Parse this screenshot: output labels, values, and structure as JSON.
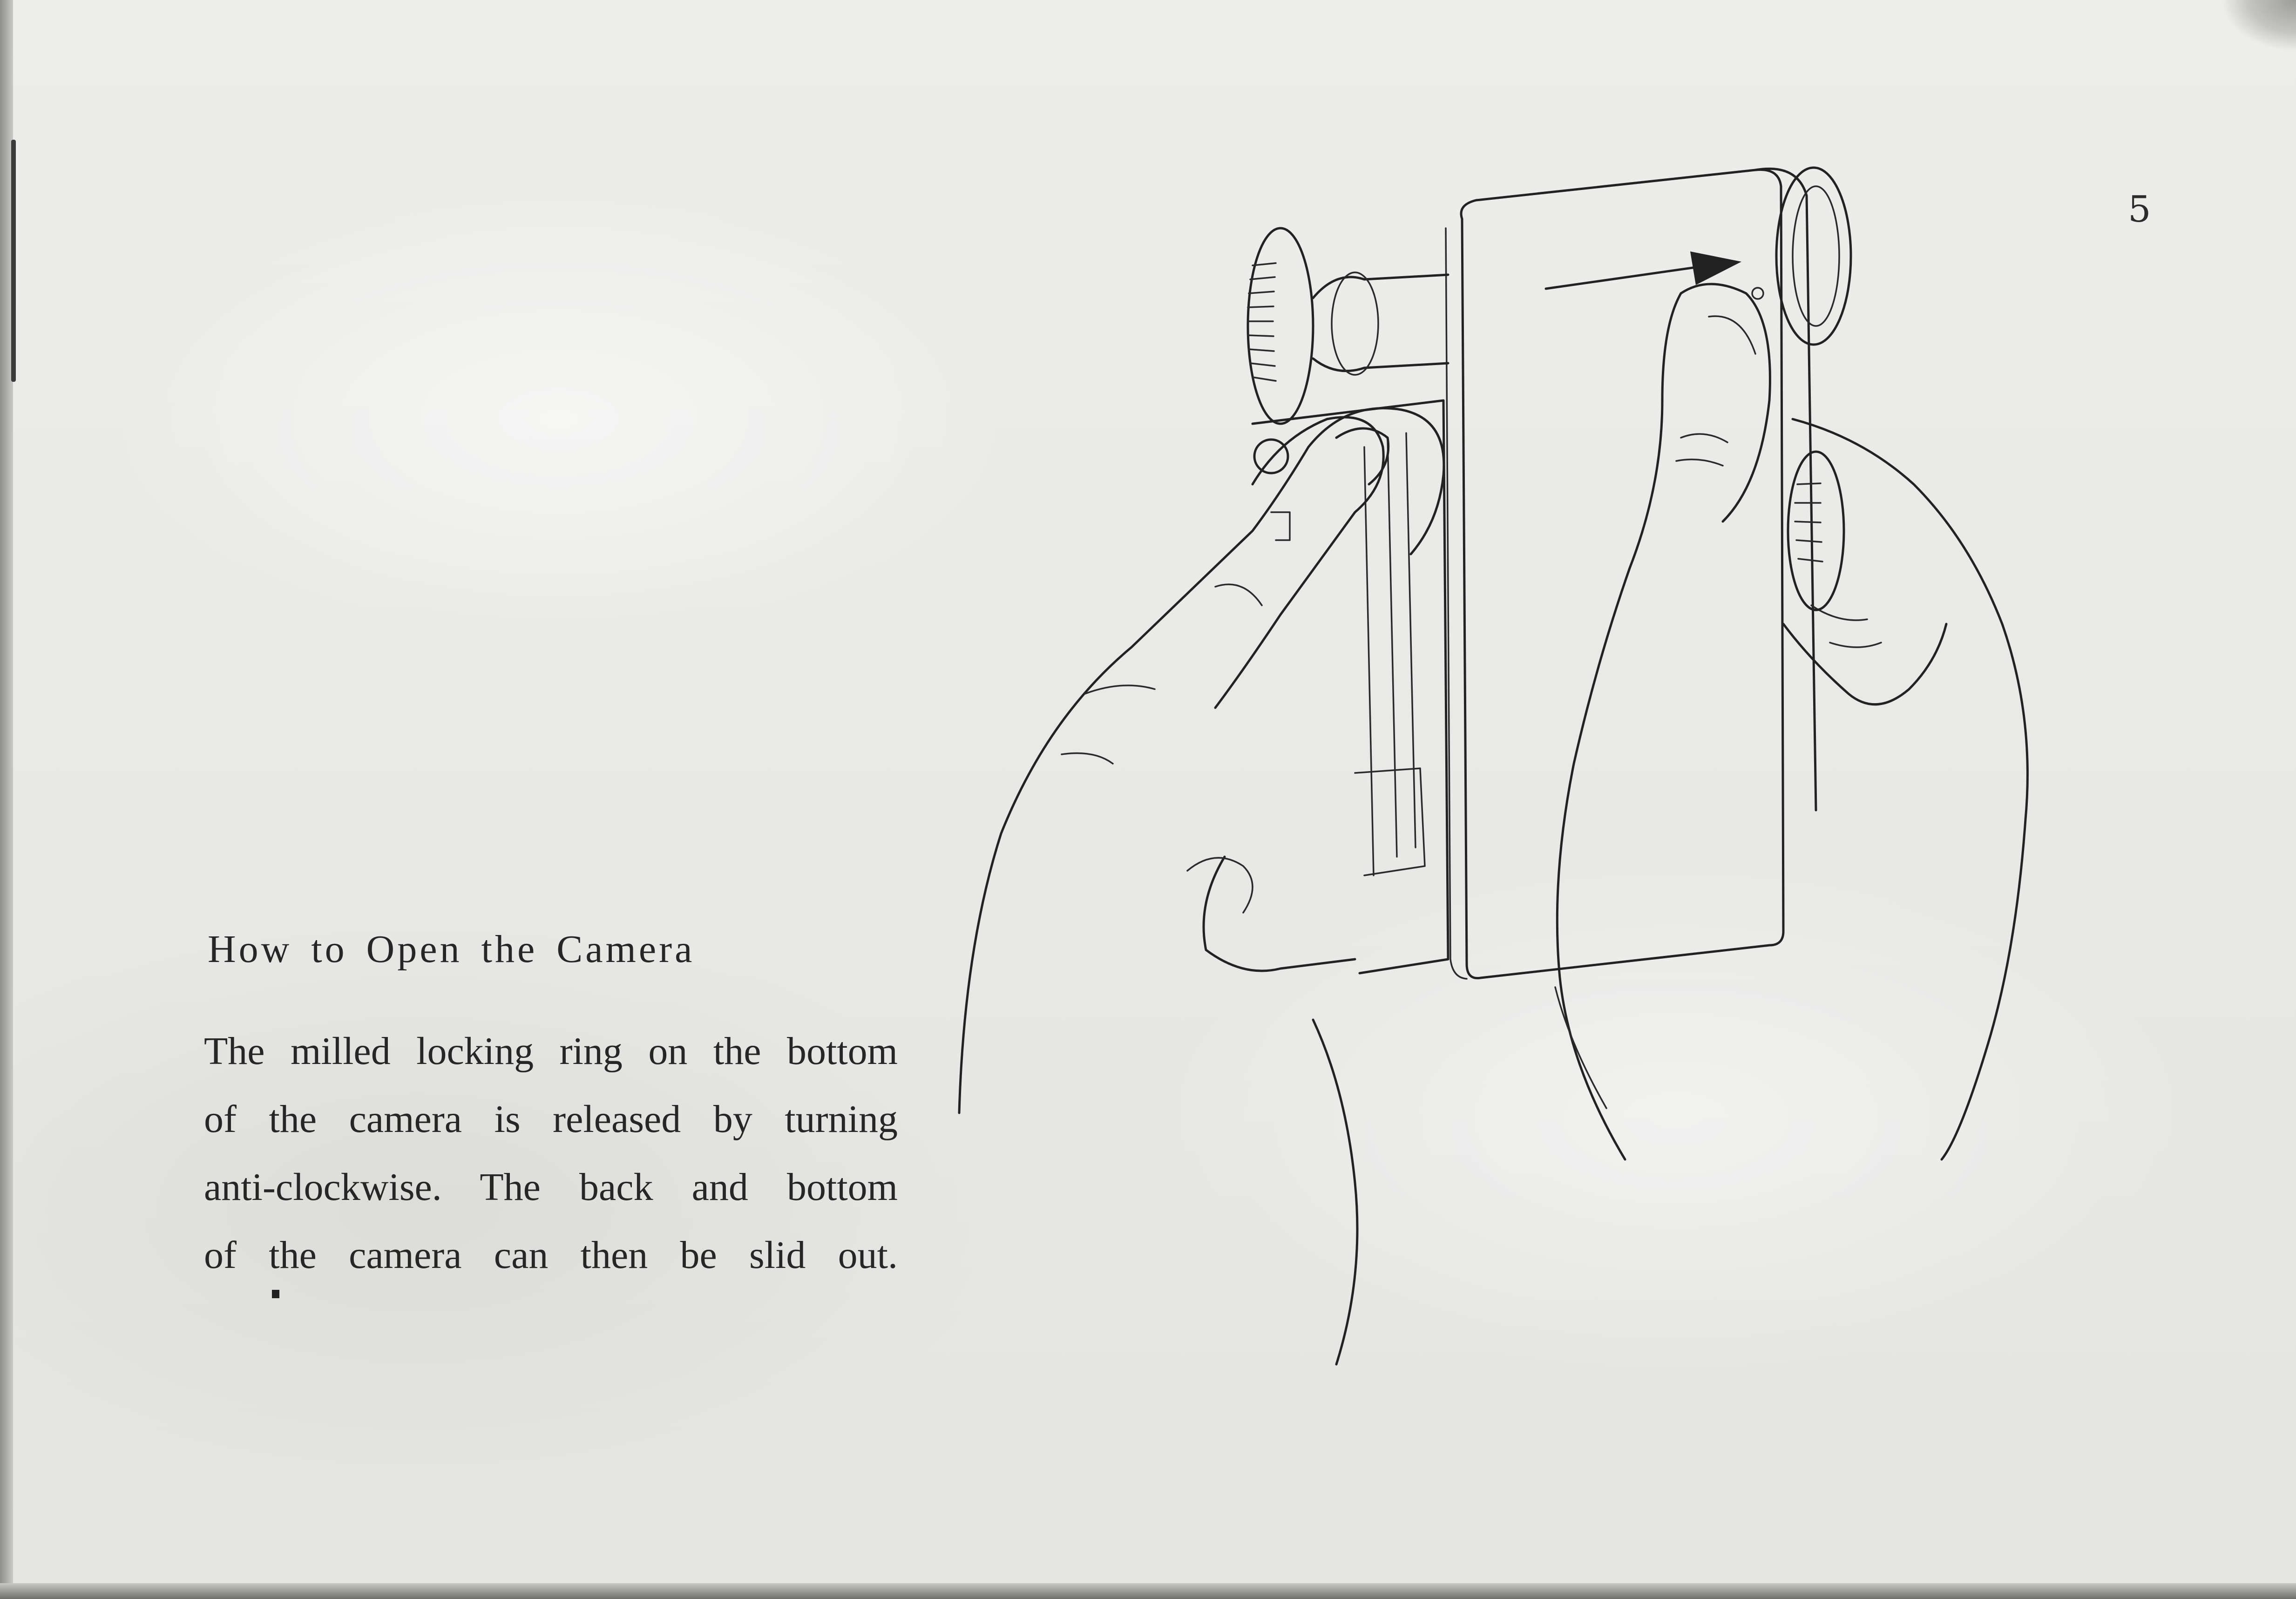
{
  "page": {
    "number": "5"
  },
  "section": {
    "heading": "How to Open the Camera",
    "body_lines": [
      "The milled locking ring on the bottom",
      "of the camera is released by turning",
      "anti-clockwise. The back and bottom",
      "of the camera can then be slid out."
    ]
  },
  "illustration": {
    "subject": "hands-opening-camera",
    "arrow": "arrow-right-icon"
  }
}
